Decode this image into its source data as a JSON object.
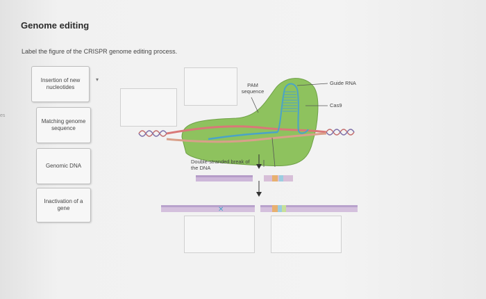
{
  "title": "Genome editing",
  "instruction": "Label the figure of the CRISPR genome editing process.",
  "edge_text": "es",
  "answer_cards": [
    {
      "label": "Insertion of new nucleotides"
    },
    {
      "label": "Matching genome sequence"
    },
    {
      "label": "Genomic DNA"
    },
    {
      "label": "Inactivation of a gene"
    }
  ],
  "diagram_labels": {
    "pam": "PAM sequence",
    "guide_rna": "Guide RNA",
    "cas9": "Cas9",
    "double_strand_break": "Double-stranded break of the DNA"
  },
  "colors": {
    "cas9_green": "#8ec25e",
    "dna_red": "#e07a7a",
    "dna_purple": "#9a8bc4",
    "guide_rna_blue": "#4aa3c8"
  }
}
